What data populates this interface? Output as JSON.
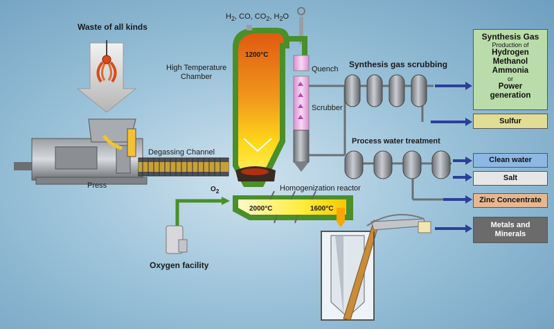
{
  "labels": {
    "waste": "Waste of all kinds",
    "press": "Press",
    "degassing": "Degassing Channel",
    "high_temp_line1": "High Temperature",
    "high_temp_line2": "Chamber",
    "temp_1200": "1200°C",
    "gases": "H2, CO, CO2, H2O",
    "quench": "Quench",
    "scrubber": "Scrubber",
    "synthesis_scrubbing": "Synthesis gas scrubbing",
    "process_water": "Process water treatment",
    "homogenization": "Homogenization reactor",
    "temp_2000": "2000°C",
    "temp_1600": "1600°C",
    "o2": "O2",
    "oxygen_facility": "Oxygen facility"
  },
  "outputs": {
    "synthesis_title": "Synthesis Gas",
    "synthesis_sub": "Production of",
    "hydrogen": "Hydrogen",
    "methanol": "Methanol",
    "ammonia": "Ammonia",
    "or": "or",
    "power": "Power",
    "generation": "generation",
    "sulfur": "Sulfur",
    "clean_water": "Clean water",
    "salt": "Salt",
    "zinc": "Zinc Concentrate",
    "metals_1": "Metals and",
    "metals_2": "Minerals"
  },
  "colors": {
    "pipe": "#4a8f2a",
    "chamber_top": "#e8751a",
    "chamber_bottom": "#ffe800",
    "arrow": "#2b3f9a",
    "vessel": "#8a8f94"
  }
}
